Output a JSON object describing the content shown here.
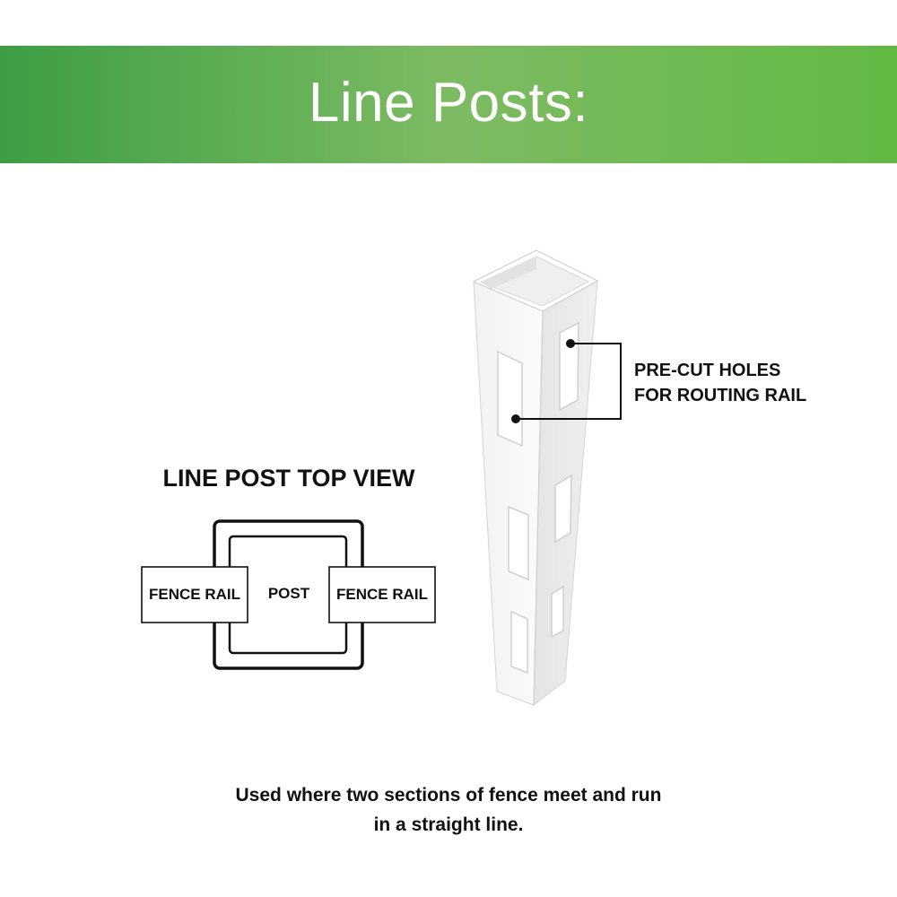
{
  "banner": {
    "title": "Line Posts:",
    "color_start": "#3d9e45",
    "color_end": "#63b944"
  },
  "top_view": {
    "heading": "LINE POST TOP VIEW",
    "left_rail_label": "FENCE RAIL",
    "post_label": "POST",
    "right_rail_label": "FENCE RAIL"
  },
  "callout": {
    "line1": "PRE-CUT HOLES",
    "line2": "FOR ROUTING RAIL"
  },
  "caption": {
    "line1": "Used where two sections of fence meet and run",
    "line2": "in a straight line."
  }
}
